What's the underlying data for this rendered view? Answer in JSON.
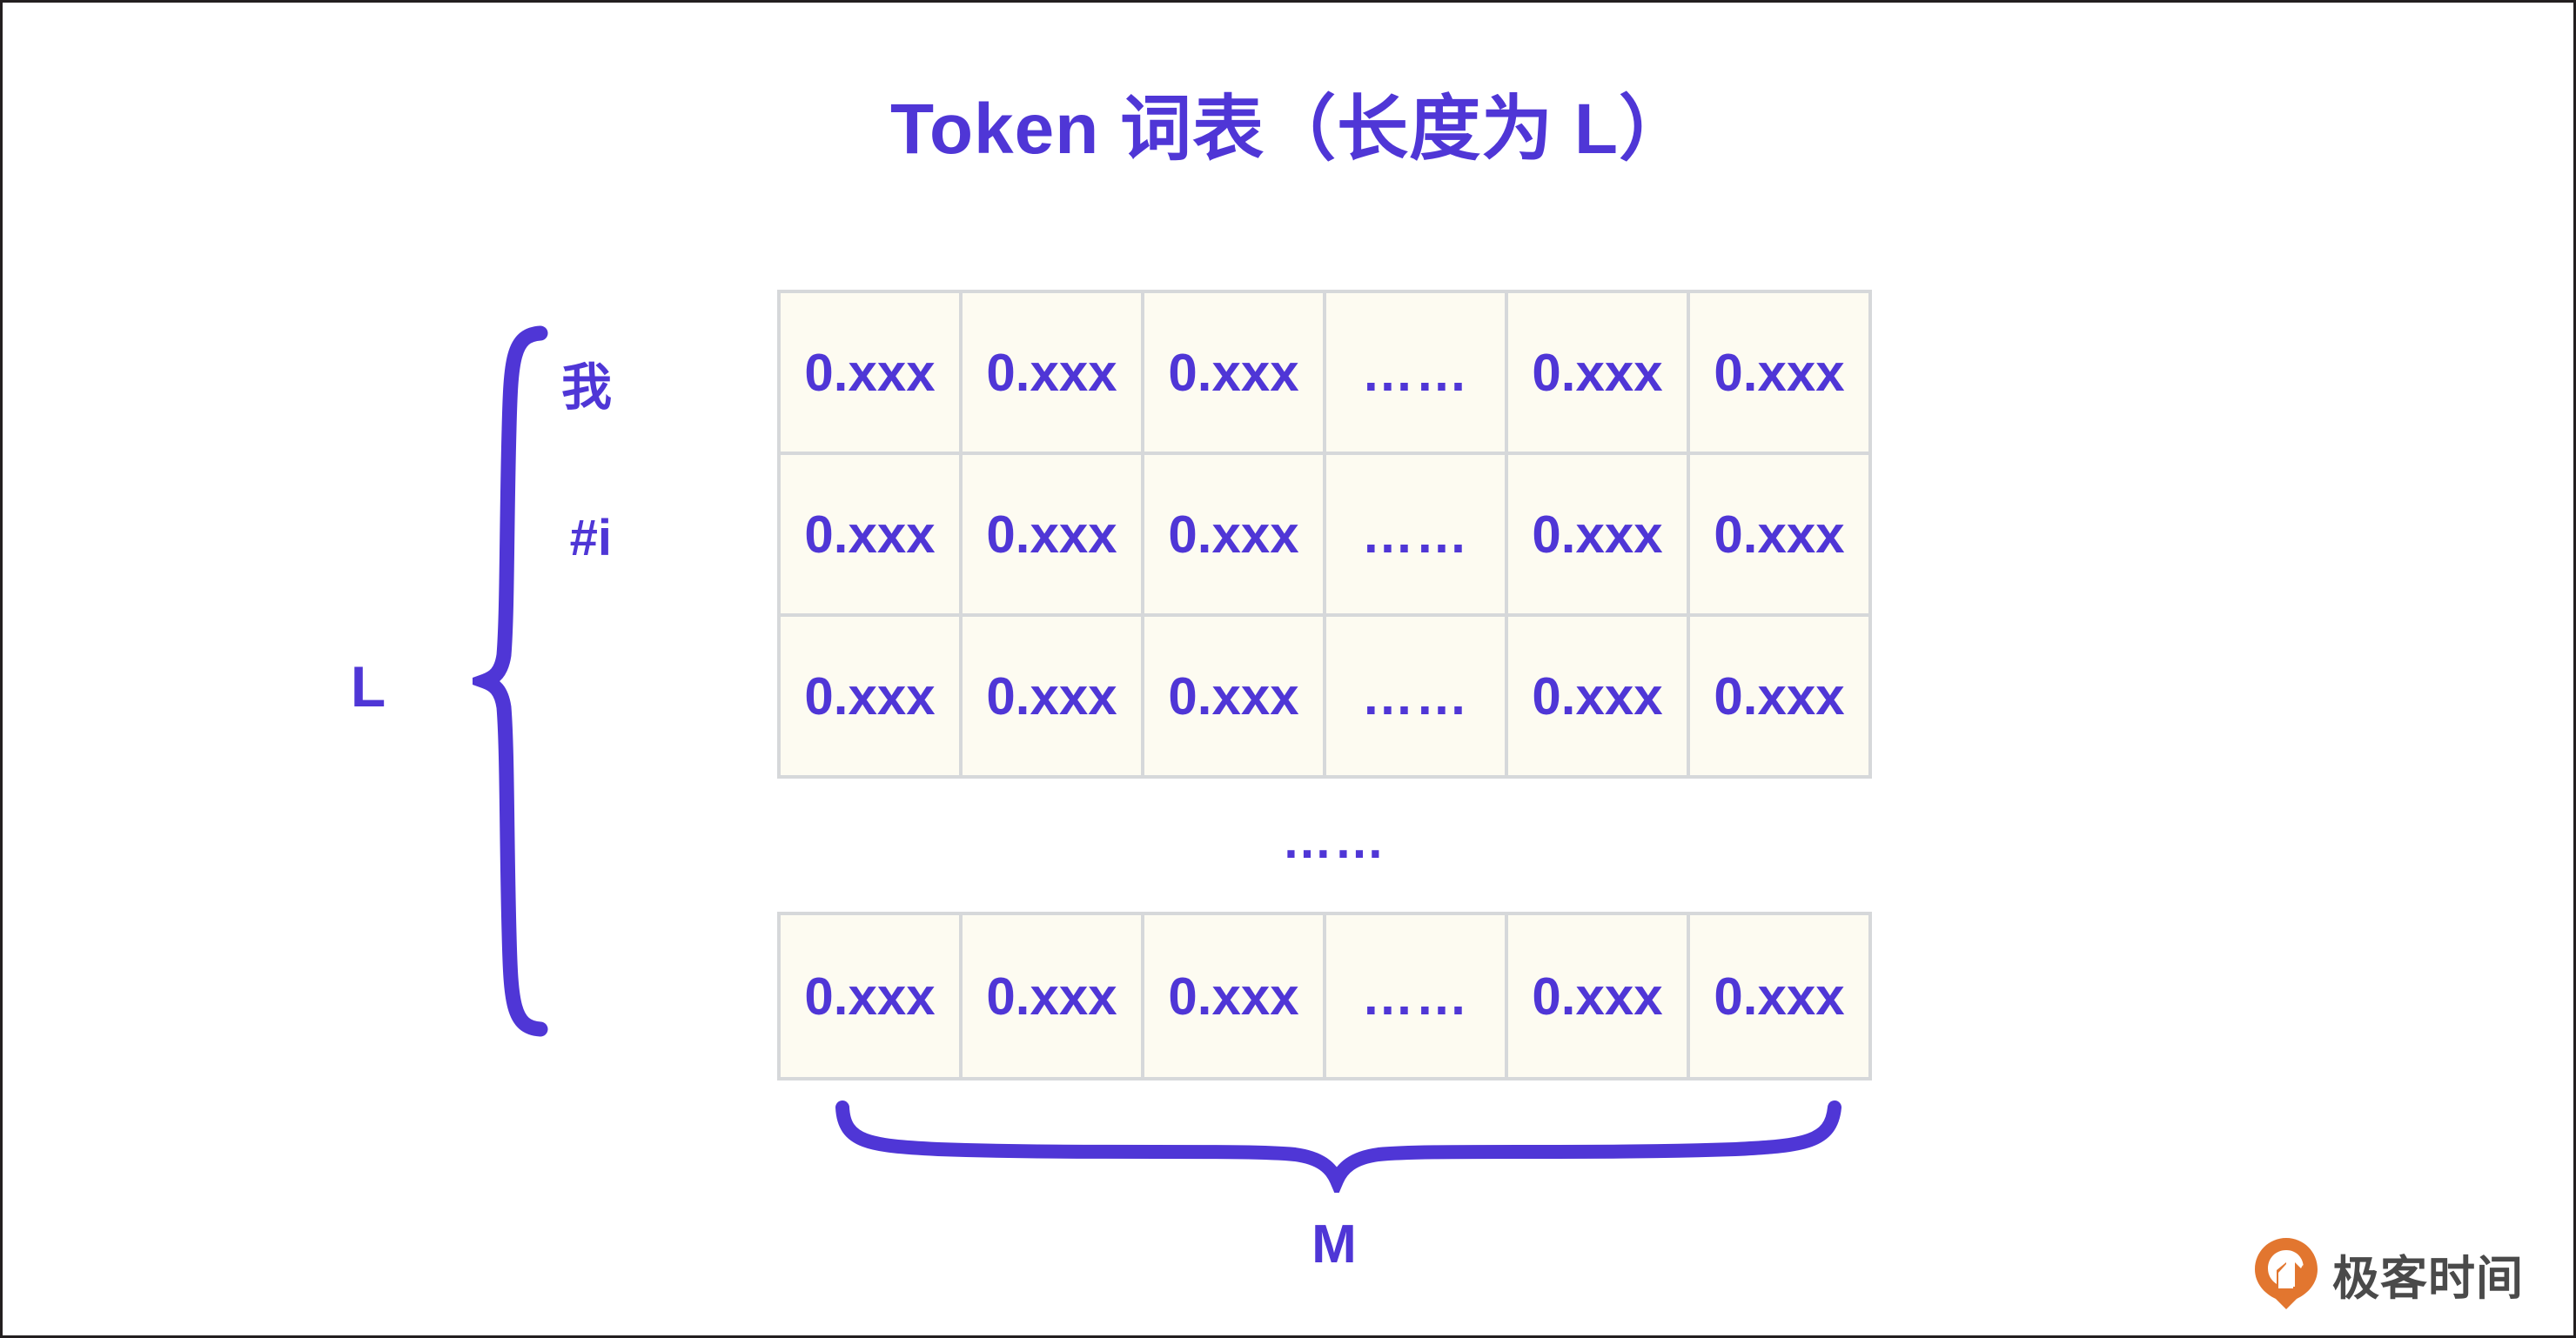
{
  "slide": {
    "title": "Token 词表（长度为 L）",
    "accent_color": "#4f36d6",
    "cell_bg_color": "#fdfbf1",
    "cell_border_color": "#d6d8da",
    "page_bg_color": "#ffffff"
  },
  "row_labels": [
    {
      "label": "我"
    },
    {
      "label": "#i"
    }
  ],
  "matrix_top": {
    "rows": [
      {
        "cells": [
          "0.xxx",
          "0.xxx",
          "0.xxx",
          "……",
          "0.xxx",
          "0.xxx"
        ]
      },
      {
        "cells": [
          "0.xxx",
          "0.xxx",
          "0.xxx",
          "……",
          "0.xxx",
          "0.xxx"
        ]
      },
      {
        "cells": [
          "0.xxx",
          "0.xxx",
          "0.xxx",
          "……",
          "0.xxx",
          "0.xxx"
        ]
      }
    ]
  },
  "vertical_ellipsis": "……",
  "matrix_bottom": {
    "rows": [
      {
        "cells": [
          "0.xxx",
          "0.xxx",
          "0.xxx",
          "……",
          "0.xxx",
          "0.xxx"
        ]
      }
    ]
  },
  "dimensions": {
    "row_dimension_label": "L",
    "column_dimension_label": "M"
  },
  "logo": {
    "text": "极客时间",
    "mark_color": "#e2762f",
    "text_color": "#4a4a4a"
  }
}
